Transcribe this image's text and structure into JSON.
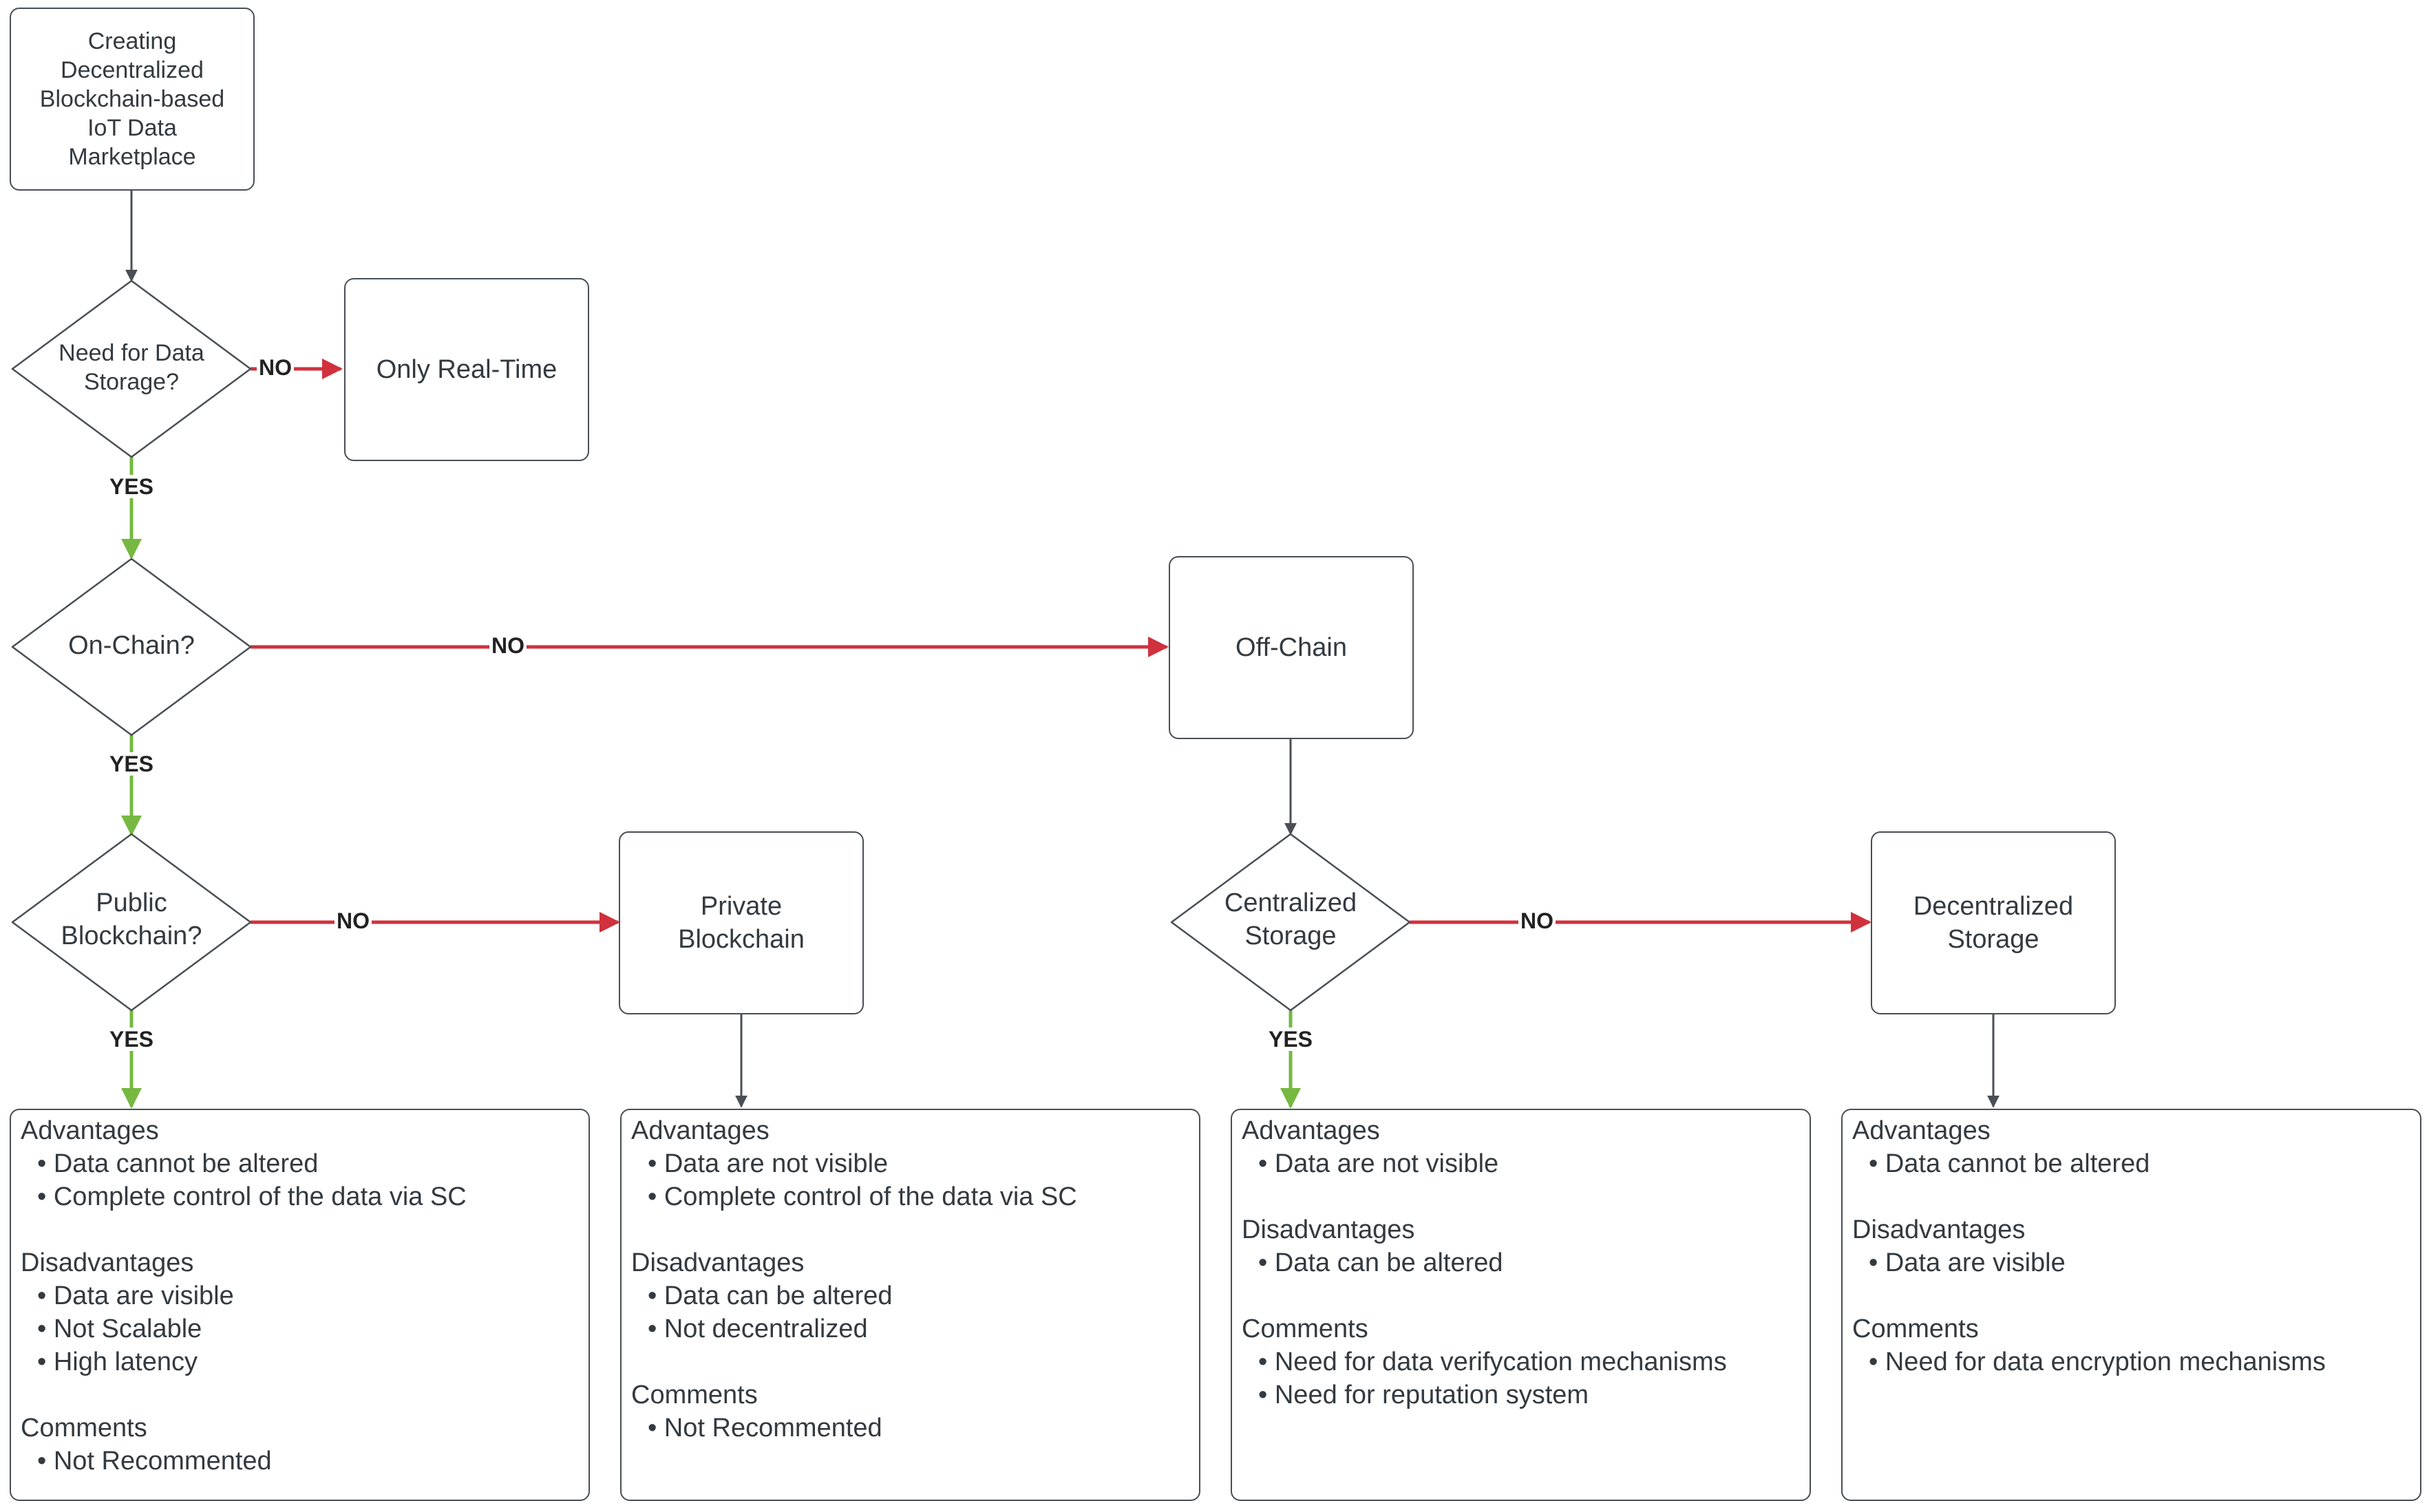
{
  "nodes": {
    "start": "Creating\nDecentralized\nBlockchain-based\nIoT Data\nMarketplace",
    "need_storage": "Need for Data\nStorage?",
    "only_real_time": "Only Real-Time",
    "on_chain": "On-Chain?",
    "off_chain": "Off-Chain",
    "public_blockchain": "Public\nBlockchain?",
    "private_blockchain": "Private\nBlockchain",
    "centralized_storage": "Centralized\nStorage",
    "decentralized_storage": "Decentralized\nStorage"
  },
  "edge_labels": {
    "yes": "YES",
    "no": "NO"
  },
  "panels": [
    {
      "id": "public",
      "sections": [
        {
          "title": "Advantages",
          "items": [
            "Data cannot be altered",
            "Complete control of the data via SC"
          ]
        },
        {
          "title": "Disadvantages",
          "items": [
            "Data are visible",
            "Not Scalable",
            "High latency"
          ]
        },
        {
          "title": "Comments",
          "items": [
            "Not Recommented"
          ]
        }
      ]
    },
    {
      "id": "private",
      "sections": [
        {
          "title": "Advantages",
          "items": [
            "Data are not visible",
            "Complete control of the data via SC"
          ]
        },
        {
          "title": "Disadvantages",
          "items": [
            "Data can be altered",
            "Not decentralized"
          ]
        },
        {
          "title": "Comments",
          "items": [
            "Not Recommented"
          ]
        }
      ]
    },
    {
      "id": "centralized",
      "sections": [
        {
          "title": "Advantages",
          "items": [
            "Data are not visible"
          ]
        },
        {
          "title": "Disadvantages",
          "items": [
            "Data can be altered"
          ]
        },
        {
          "title": "Comments",
          "items": [
            "Need for data verifycation mechanisms",
            "Need for reputation system"
          ]
        }
      ]
    },
    {
      "id": "decentralized",
      "sections": [
        {
          "title": "Advantages",
          "items": [
            "Data cannot be altered"
          ]
        },
        {
          "title": "Disadvantages",
          "items": [
            "Data are visible"
          ]
        },
        {
          "title": "Comments",
          "items": [
            "Need for data encryption mechanisms"
          ]
        }
      ]
    }
  ],
  "colors": {
    "line": "#4a4f55",
    "yes_arrow": "#76b842",
    "no_arrow": "#d0313d",
    "text": "#333a40"
  }
}
